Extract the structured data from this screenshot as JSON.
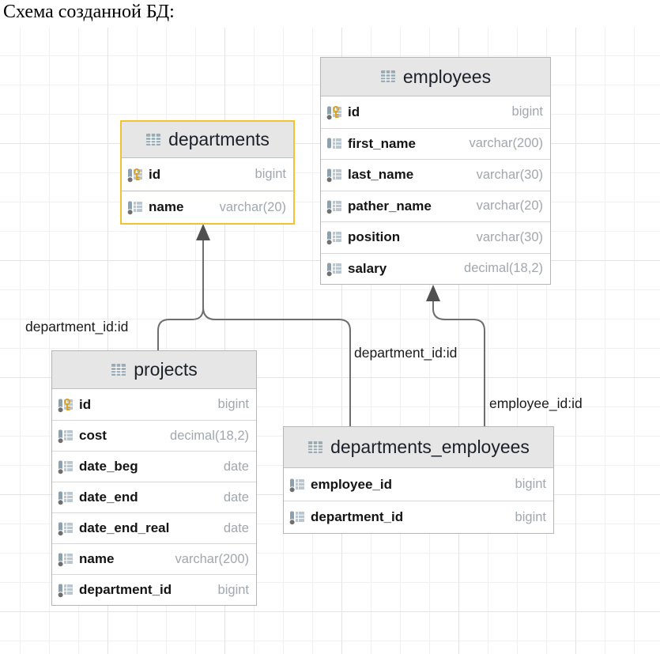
{
  "title": "Схема созданной БД:",
  "colors": {
    "selected_table_border": "#f1c232",
    "table_border": "#b5b5b5",
    "header_background": "#e6e6e6",
    "column_type_text": "#a1a7ae",
    "connector_line": "#6e6e6e",
    "primary_key_gold": "#d9a125"
  },
  "tables": [
    {
      "name": "departments",
      "selected": true,
      "columns": [
        {
          "name": "id",
          "type": "bigint",
          "pk": true,
          "dot": true
        },
        {
          "name": "name",
          "type": "varchar(20)",
          "pk": false,
          "dot": true
        }
      ]
    },
    {
      "name": "employees",
      "selected": false,
      "columns": [
        {
          "name": "id",
          "type": "bigint",
          "pk": true,
          "dot": true
        },
        {
          "name": "first_name",
          "type": "varchar(200)",
          "pk": false,
          "dot": false
        },
        {
          "name": "last_name",
          "type": "varchar(30)",
          "pk": false,
          "dot": true
        },
        {
          "name": "pather_name",
          "type": "varchar(20)",
          "pk": false,
          "dot": true
        },
        {
          "name": "position",
          "type": "varchar(30)",
          "pk": false,
          "dot": true
        },
        {
          "name": "salary",
          "type": "decimal(18,2)",
          "pk": false,
          "dot": true
        }
      ]
    },
    {
      "name": "projects",
      "selected": false,
      "columns": [
        {
          "name": "id",
          "type": "bigint",
          "pk": true,
          "dot": true
        },
        {
          "name": "cost",
          "type": "decimal(18,2)",
          "pk": false,
          "dot": true
        },
        {
          "name": "date_beg",
          "type": "date",
          "pk": false,
          "dot": true
        },
        {
          "name": "date_end",
          "type": "date",
          "pk": false,
          "dot": true
        },
        {
          "name": "date_end_real",
          "type": "date",
          "pk": false,
          "dot": true
        },
        {
          "name": "name",
          "type": "varchar(200)",
          "pk": false,
          "dot": true
        },
        {
          "name": "department_id",
          "type": "bigint",
          "pk": false,
          "dot": true
        }
      ]
    },
    {
      "name": "departments_employees",
      "selected": false,
      "columns": [
        {
          "name": "employee_id",
          "type": "bigint",
          "pk": false,
          "dot": true
        },
        {
          "name": "department_id",
          "type": "bigint",
          "pk": false,
          "dot": true
        }
      ]
    }
  ],
  "relations": [
    {
      "label": "department_id:id",
      "from": "projects",
      "to": "departments"
    },
    {
      "label": "department_id:id",
      "from": "departments_employees",
      "to": "departments"
    },
    {
      "label": "employee_id:id",
      "from": "departments_employees",
      "to": "employees"
    }
  ]
}
